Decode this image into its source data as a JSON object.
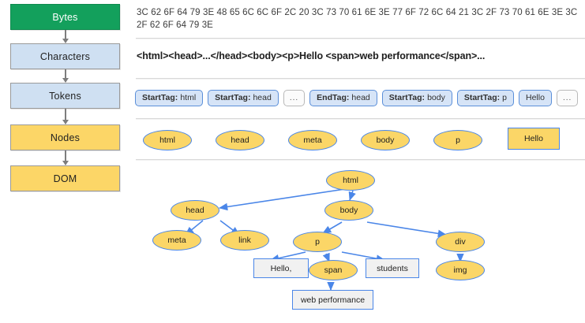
{
  "pipeline": {
    "stages": [
      {
        "label": "Bytes",
        "color": "#13a05c"
      },
      {
        "label": "Characters",
        "color": "#cfe0f2"
      },
      {
        "label": "Tokens",
        "color": "#cfe0f2"
      },
      {
        "label": "Nodes",
        "color": "#fcd667"
      },
      {
        "label": "DOM",
        "color": "#fcd667"
      }
    ]
  },
  "bytes": {
    "text": "3C 62 6F 64 79 3E 48 65 6C 6C 6F 2C 20 3C 73 70 61 6E 3E 77 6F 72 6C 64 21 3C 2F 73 70 61 6E 3E 3C 2F 62 6F 64 79 3E"
  },
  "characters": {
    "text": "<html><head>...</head><body><p>Hello <span>web performance</span>..."
  },
  "tokens": {
    "chips": [
      {
        "kind": "StartTag:",
        "value": "html"
      },
      {
        "kind": "StartTag:",
        "value": "head"
      },
      {
        "kind": "",
        "value": "..."
      },
      {
        "kind": "EndTag:",
        "value": "head"
      },
      {
        "kind": "StartTag:",
        "value": "body"
      },
      {
        "kind": "StartTag:",
        "value": "p"
      },
      {
        "kind": "",
        "value": "Hello"
      },
      {
        "kind": "",
        "value": "..."
      }
    ]
  },
  "nodes": {
    "items": [
      {
        "label": "html",
        "shape": "ellipse"
      },
      {
        "label": "head",
        "shape": "ellipse"
      },
      {
        "label": "meta",
        "shape": "ellipse"
      },
      {
        "label": "body",
        "shape": "ellipse"
      },
      {
        "label": "p",
        "shape": "ellipse"
      },
      {
        "label": "Hello",
        "shape": "note"
      }
    ]
  },
  "dom_tree": {
    "element_nodes": [
      {
        "label": "html"
      },
      {
        "label": "head"
      },
      {
        "label": "body"
      },
      {
        "label": "meta"
      },
      {
        "label": "link"
      },
      {
        "label": "p"
      },
      {
        "label": "div"
      },
      {
        "label": "span"
      },
      {
        "label": "img"
      }
    ],
    "text_nodes": [
      {
        "label": "Hello,"
      },
      {
        "label": "students"
      },
      {
        "label": "web performance"
      }
    ],
    "edges": [
      "html->head",
      "html->body",
      "head->meta",
      "head->link",
      "body->p",
      "body->div",
      "p->Hello,",
      "p->span",
      "p->students",
      "span->web performance",
      "div->img"
    ]
  },
  "colors": {
    "bytes_green": "#13a05c",
    "stage_blue": "#cfe0f2",
    "stage_yellow": "#fcd667",
    "node_fill": "#fbd667",
    "node_border": "#4a86e8",
    "chip_fill": "#d6e4f7",
    "chip_border": "#5b8fd9",
    "text_box_fill": "#f1f1f1",
    "divider": "#d8d8d8"
  }
}
